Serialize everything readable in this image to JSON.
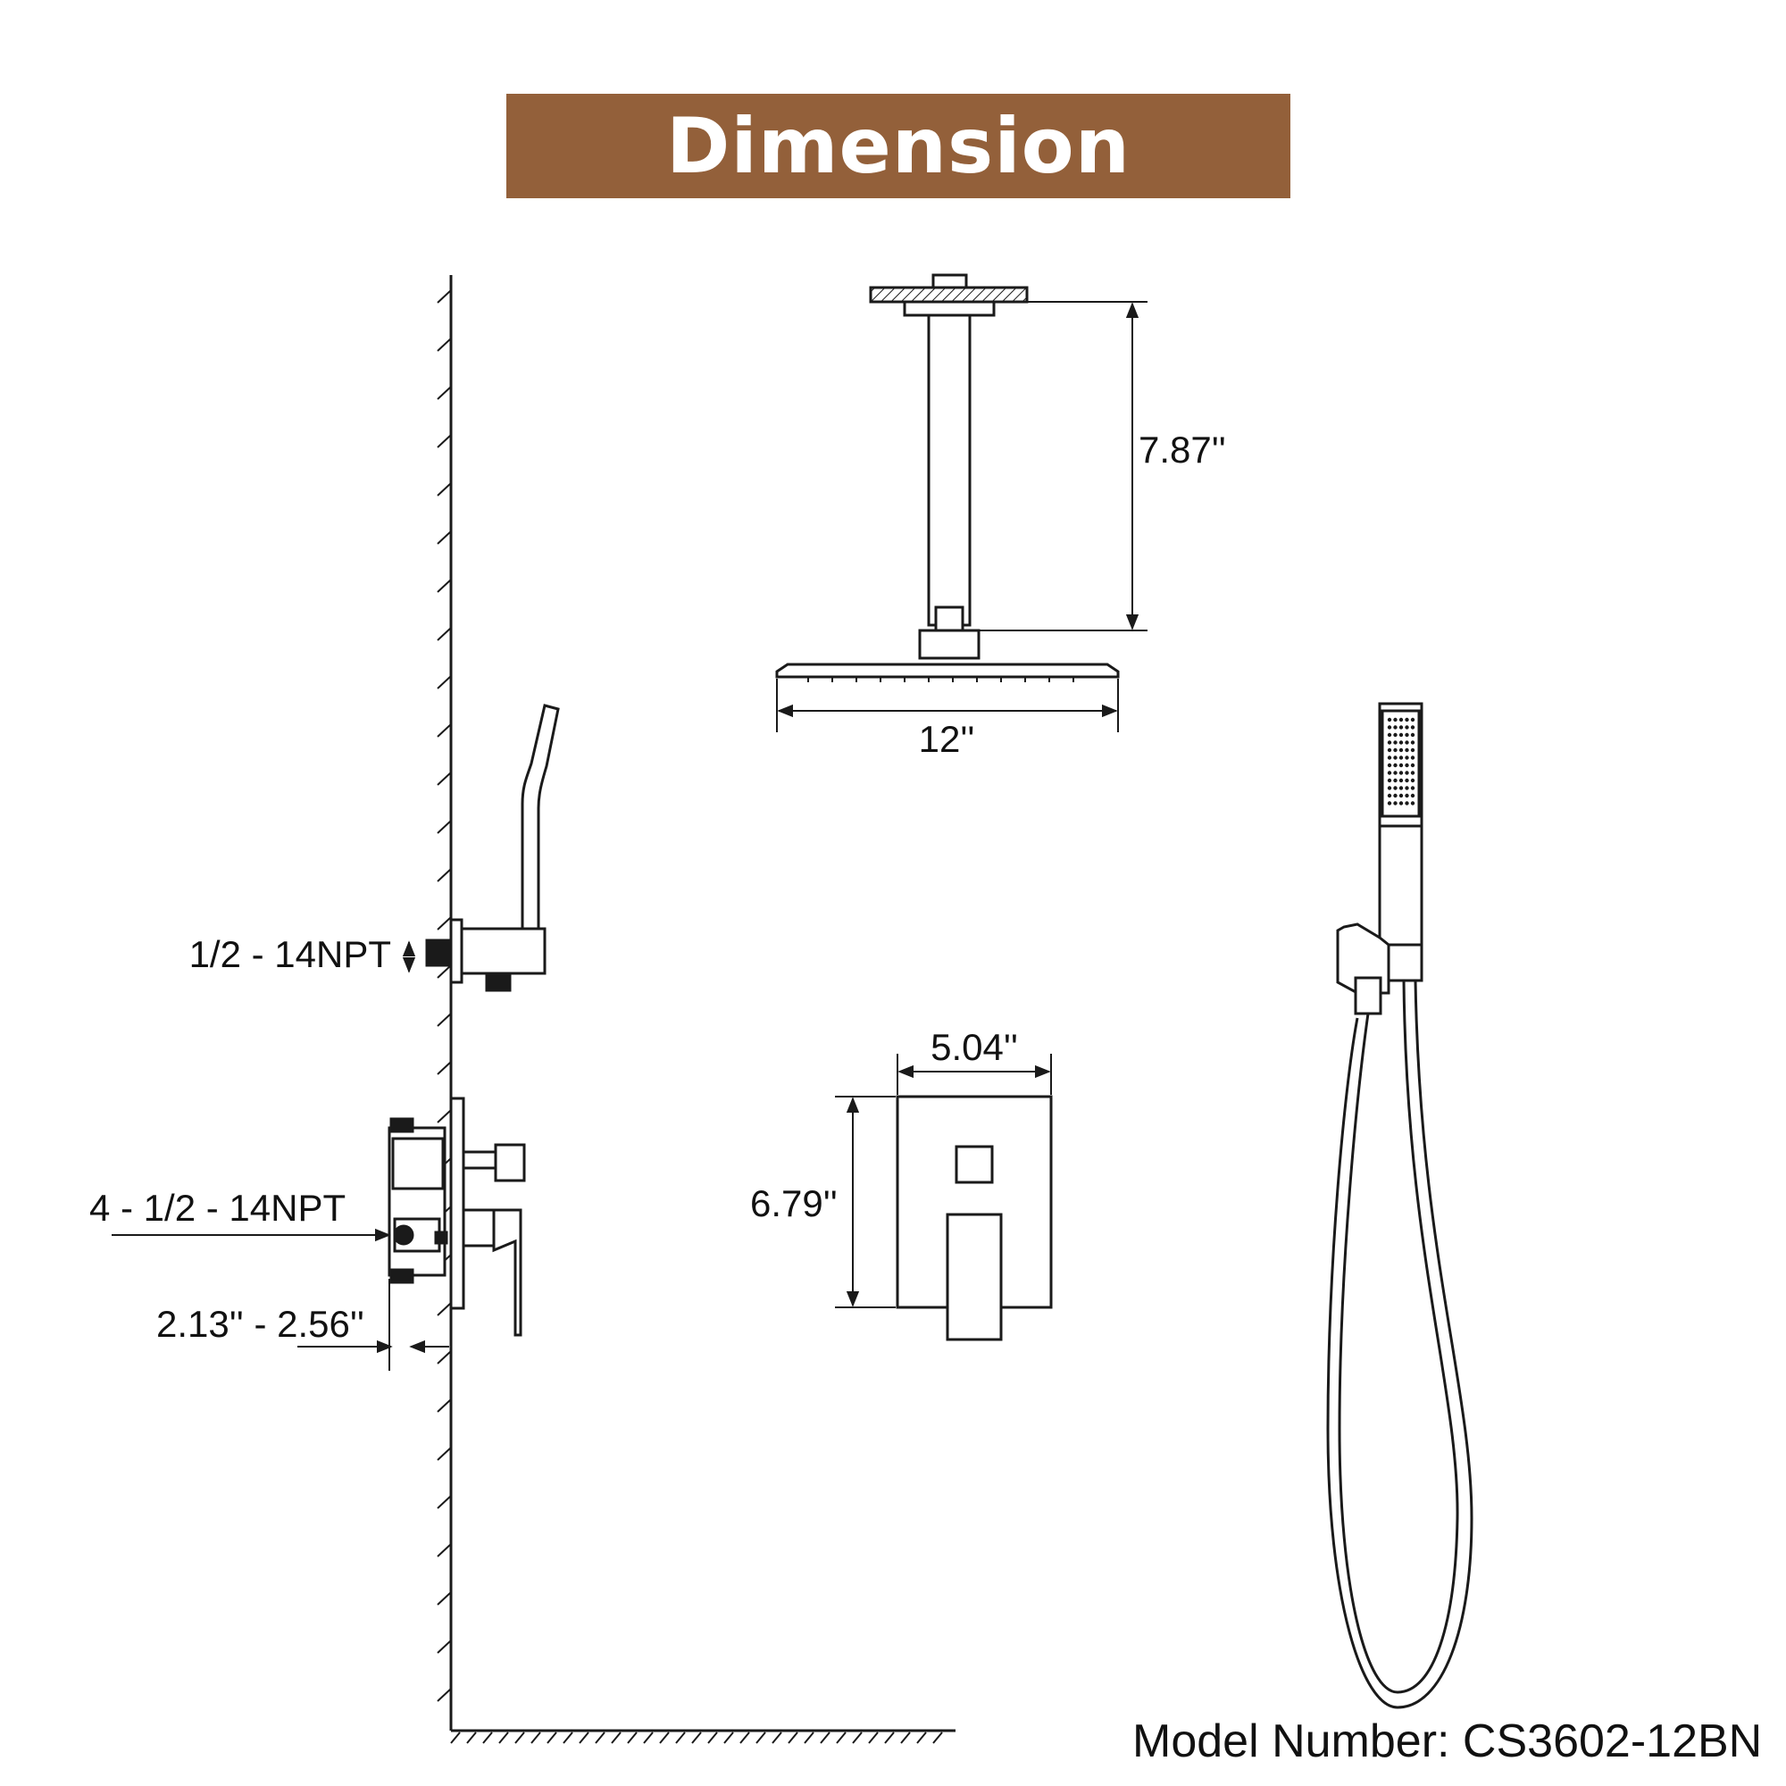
{
  "header": {
    "title": "Dimension"
  },
  "colors": {
    "header_bg": "#93603A",
    "line": "#1a1a1a"
  },
  "dimensions": {
    "arm_height": "7.87''",
    "head_width": "12''",
    "handheld_inlet": "1/2 - 14NPT",
    "valve_ports": "4 - 1/2 - 14NPT",
    "valve_depth": "2.13'' - 2.56''",
    "trim_width": "5.04''",
    "trim_height": "6.79''"
  },
  "model": {
    "text": "Model Number: CS3602-12BN"
  }
}
